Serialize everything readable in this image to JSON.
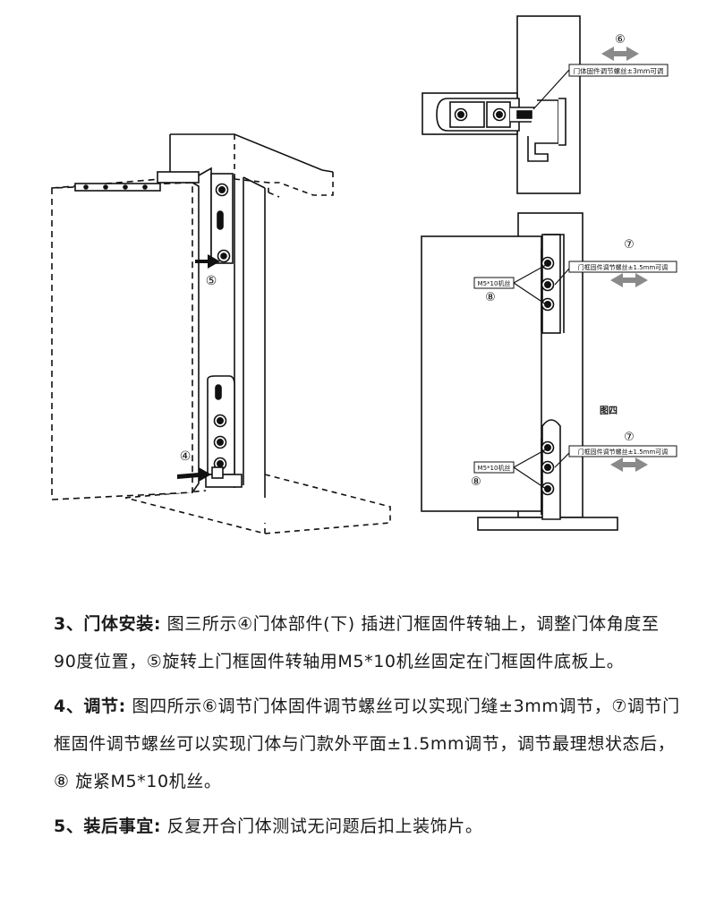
{
  "figure": {
    "left_markers": {
      "m4": "④",
      "m5": "⑤"
    },
    "top_right": {
      "marker": "⑥",
      "label": "门体固件调节螺丝±3mm可调"
    },
    "bottom_right": {
      "caption": "图四",
      "upper": {
        "m7": "⑦",
        "m8": "⑧",
        "right_label": "门框固件调节螺丝±1.5mm可调",
        "screw_label": "M5*10机丝"
      },
      "lower": {
        "m7": "⑦",
        "m8": "⑧",
        "right_label": "门框固件调节螺丝±1.5mm可调",
        "screw_label": "M5*10机丝"
      }
    }
  },
  "steps": [
    {
      "head": "3、门体安装:",
      "body": " 图三所示④门体部件(下) 插进门框固件转轴上，调整门体角度至90度位置，⑤旋转上门框固件转轴用M5*10机丝固定在门框固件底板上。"
    },
    {
      "head": "4、调节:",
      "body": " 图四所示⑥调节门体固件调节螺丝可以实现门缝±3mm调节，⑦调节门框固件调节螺丝可以实现门体与门款外平面±1.5mm调节，调节最理想状态后，⑧ 旋紧M5*10机丝。"
    },
    {
      "head": "5、装后事宜:",
      "body": " 反复开合门体测试无问题后扣上装饰片。"
    }
  ]
}
